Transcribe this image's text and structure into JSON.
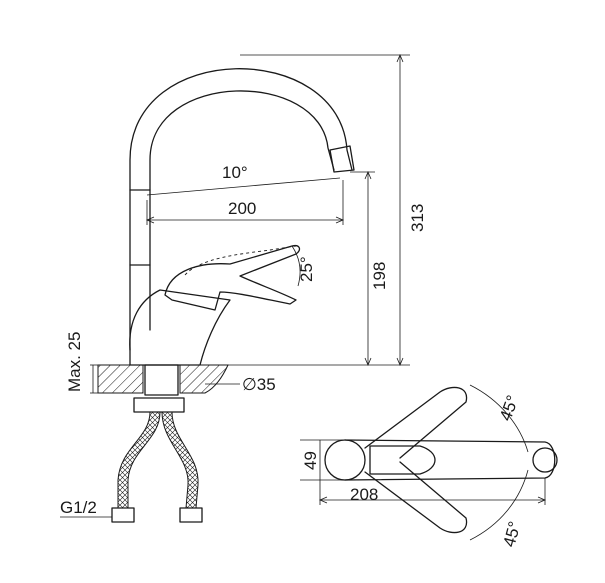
{
  "labels": {
    "angle_spout": "10°",
    "reach": "200",
    "total_height": "313",
    "spout_height": "198",
    "lever_angle": "25°",
    "deck_thickness": "Max. 25",
    "hole_diameter": "∅35",
    "thread": "G1/2",
    "top_width": "49",
    "top_reach": "208",
    "rotation_upper": "45°",
    "rotation_lower": "45°"
  }
}
